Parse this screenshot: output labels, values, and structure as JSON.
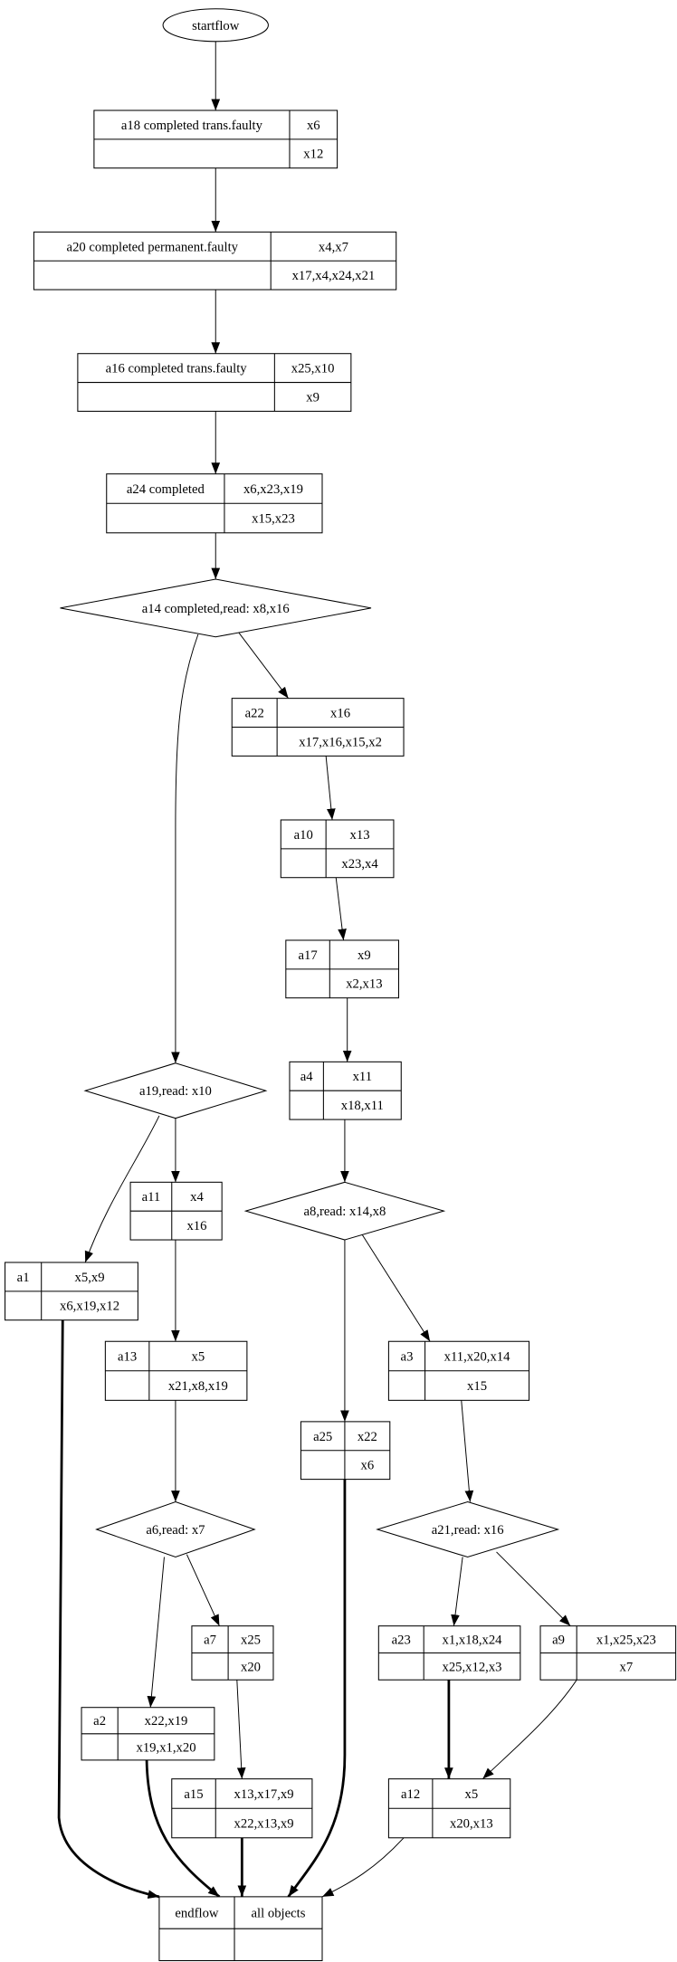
{
  "diagram": {
    "start": {
      "label": "startflow"
    },
    "nodes": {
      "a18": {
        "name": "a18 completed trans.faulty",
        "top": "x6",
        "bottom": "x12"
      },
      "a20": {
        "name": "a20 completed permanent.faulty",
        "top": "x4,x7",
        "bottom": "x17,x4,x24,x21"
      },
      "a16": {
        "name": "a16 completed trans.faulty",
        "top": "x25,x10",
        "bottom": "x9"
      },
      "a24": {
        "name": "a24 completed",
        "top": "x6,x23,x19",
        "bottom": "x15,x23"
      },
      "a22": {
        "name": "a22",
        "top": "x16",
        "bottom": "x17,x16,x15,x2"
      },
      "a10": {
        "name": "a10",
        "top": "x13",
        "bottom": "x23,x4"
      },
      "a17": {
        "name": "a17",
        "top": "x9",
        "bottom": "x2,x13"
      },
      "a4": {
        "name": "a4",
        "top": "x11",
        "bottom": "x18,x11"
      },
      "a11": {
        "name": "a11",
        "top": "x4",
        "bottom": "x16"
      },
      "a1": {
        "name": "a1",
        "top": "x5,x9",
        "bottom": "x6,x19,x12"
      },
      "a13": {
        "name": "a13",
        "top": "x5",
        "bottom": "x21,x8,x19"
      },
      "a3": {
        "name": "a3",
        "top": "x11,x20,x14",
        "bottom": "x15"
      },
      "a25": {
        "name": "a25",
        "top": "x22",
        "bottom": "x6"
      },
      "a7": {
        "name": "a7",
        "top": "x25",
        "bottom": "x20"
      },
      "a23": {
        "name": "a23",
        "top": "x1,x18,x24",
        "bottom": "x25,x12,x3"
      },
      "a9": {
        "name": "a9",
        "top": "x1,x25,x23",
        "bottom": "x7"
      },
      "a2": {
        "name": "a2",
        "top": "x22,x19",
        "bottom": "x19,x1,x20"
      },
      "a15": {
        "name": "a15",
        "top": "x13,x17,x9",
        "bottom": "x22,x13,x9"
      },
      "a12": {
        "name": "a12",
        "top": "x5",
        "bottom": "x20,x13"
      },
      "end": {
        "name": "endflow",
        "top": "all objects",
        "bottom": ""
      }
    },
    "decisions": {
      "a14": {
        "label": "a14 completed,read: x8,x16"
      },
      "a19": {
        "label": "a19,read: x10"
      },
      "a8": {
        "label": "a8,read: x14,x8"
      },
      "a6": {
        "label": "a6,read: x7"
      },
      "a21": {
        "label": "a21,read: x16"
      }
    },
    "edges": [
      {
        "from": "start",
        "to": "a18"
      },
      {
        "from": "a18",
        "to": "a20"
      },
      {
        "from": "a20",
        "to": "a16"
      },
      {
        "from": "a16",
        "to": "a24"
      },
      {
        "from": "a24",
        "to": "a14"
      },
      {
        "from": "a14",
        "to": "a19"
      },
      {
        "from": "a14",
        "to": "a22"
      },
      {
        "from": "a22",
        "to": "a10"
      },
      {
        "from": "a10",
        "to": "a17"
      },
      {
        "from": "a17",
        "to": "a4"
      },
      {
        "from": "a4",
        "to": "a8"
      },
      {
        "from": "a19",
        "to": "a1"
      },
      {
        "from": "a19",
        "to": "a11"
      },
      {
        "from": "a11",
        "to": "a13"
      },
      {
        "from": "a8",
        "to": "a25"
      },
      {
        "from": "a8",
        "to": "a3"
      },
      {
        "from": "a13",
        "to": "a6"
      },
      {
        "from": "a3",
        "to": "a21"
      },
      {
        "from": "a6",
        "to": "a2"
      },
      {
        "from": "a6",
        "to": "a7"
      },
      {
        "from": "a7",
        "to": "a15"
      },
      {
        "from": "a21",
        "to": "a23"
      },
      {
        "from": "a21",
        "to": "a9"
      },
      {
        "from": "a23",
        "to": "a12",
        "bold": true
      },
      {
        "from": "a9",
        "to": "a12"
      },
      {
        "from": "a12",
        "to": "end"
      },
      {
        "from": "a1",
        "to": "end",
        "bold": true
      },
      {
        "from": "a2",
        "to": "end",
        "bold": true
      },
      {
        "from": "a15",
        "to": "end",
        "bold": true
      },
      {
        "from": "a25",
        "to": "end",
        "bold": true
      }
    ]
  }
}
